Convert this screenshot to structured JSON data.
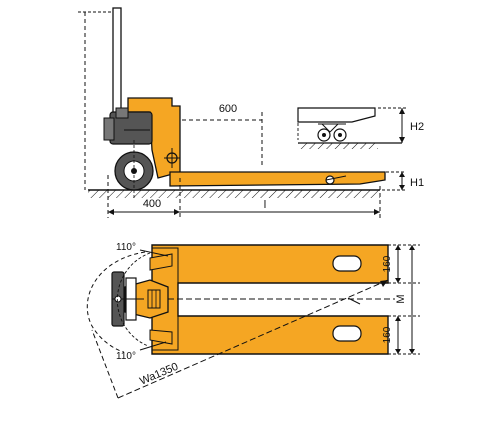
{
  "colors": {
    "body": "#f5a623",
    "outline": "#111111",
    "machine": "#555555",
    "background": "#ffffff"
  },
  "side_view": {
    "dim_600": "600",
    "dim_400": "400",
    "dim_l": "l",
    "dim_h1": "H1",
    "dim_h2": "H2"
  },
  "top_view": {
    "angle_top": "110°",
    "angle_bottom": "110°",
    "turn_radius": "Wa1350",
    "fork_width_top": "160",
    "fork_width_bottom": "160",
    "spread": "M"
  }
}
